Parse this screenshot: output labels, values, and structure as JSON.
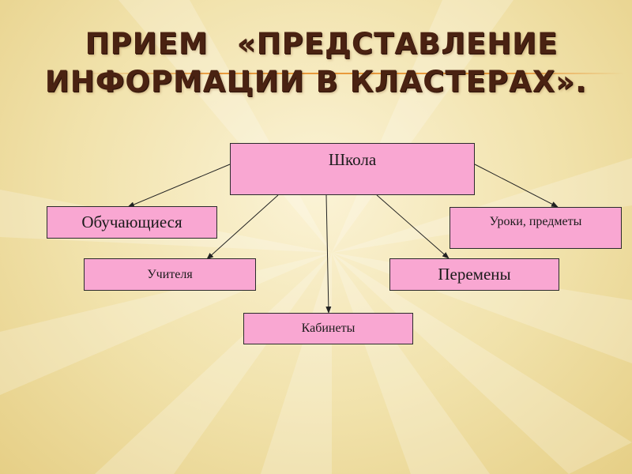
{
  "title": {
    "line1_word1": "ПРИЕМ",
    "line1_word2": "«ПРЕДСТАВЛЕНИЕ",
    "line2": "ИНФОРМАЦИИ В КЛАСТЕРАХ»."
  },
  "diagram": {
    "root": "Школа",
    "children": {
      "students": "Обучающиеся",
      "teachers": "Учителя",
      "classrooms": "Кабинеты",
      "breaks": "Перемены",
      "lessons": "Уроки, предметы"
    }
  },
  "colors": {
    "box_fill": "#f9a7d2",
    "title_text": "#4a2212",
    "accent_line": "#e89a3c"
  }
}
